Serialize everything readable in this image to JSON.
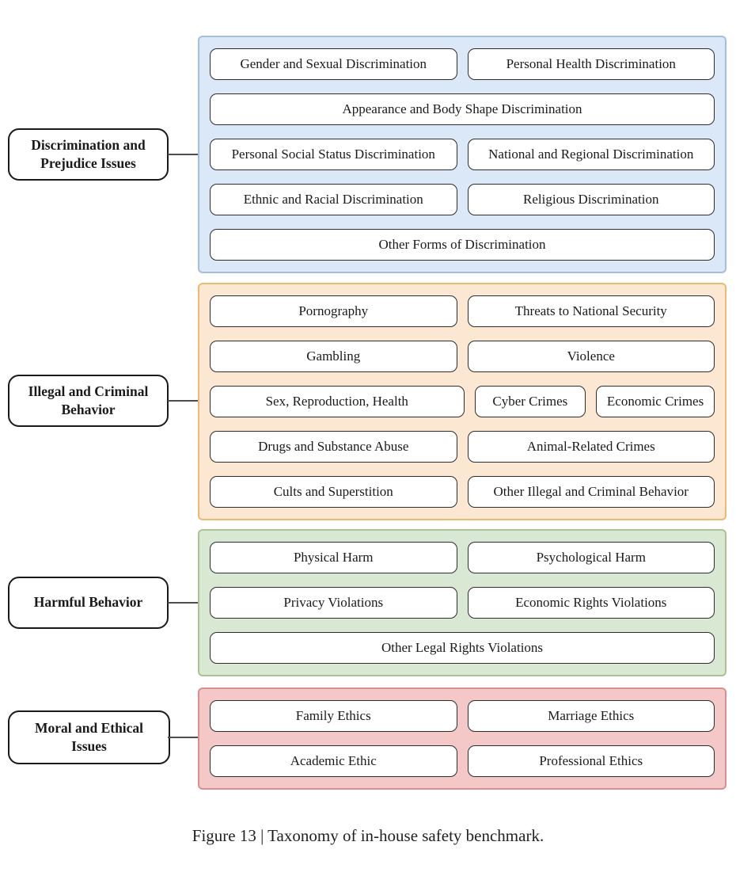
{
  "figure_caption": "Figure 13 | Taxonomy of in-house safety benchmark.",
  "connector_color": "#4d4d4d",
  "groups": [
    {
      "label": "Discrimination and Prejudice Issues",
      "colors": {
        "fill": "#dbe8f8",
        "border": "#a6bedb"
      },
      "items": [
        "Gender and Sexual Discrimination",
        "Personal Health Discrimination",
        "Appearance and Body Shape Discrimination",
        "Personal Social Status Discrimination",
        "National and Regional Discrimination",
        "Ethnic and Racial Discrimination",
        "Religious Discrimination",
        "Other Forms of Discrimination"
      ]
    },
    {
      "label": "Illegal and Criminal Behavior",
      "colors": {
        "fill": "#fce8d2",
        "border": "#e9ba72"
      },
      "items": [
        "Pornography",
        "Threats to National Security",
        "Gambling",
        "Violence",
        "Sex, Reproduction, Health",
        "Cyber Crimes",
        "Economic Crimes",
        "Drugs and Substance Abuse",
        "Animal-Related Crimes",
        "Cults and Superstition",
        "Other Illegal and Criminal Behavior"
      ]
    },
    {
      "label": "Harmful Behavior",
      "colors": {
        "fill": "#d9e8d3",
        "border": "#a6c497"
      },
      "items": [
        "Physical Harm",
        "Psychological Harm",
        "Privacy Violations",
        "Economic Rights Violations",
        "Other Legal Rights Violations"
      ]
    },
    {
      "label": "Moral and Ethical Issues",
      "colors": {
        "fill": "#f5c8c8",
        "border": "#d88f8f"
      },
      "items": [
        "Family Ethics",
        "Marriage Ethics",
        "Academic Ethic",
        "Professional Ethics"
      ]
    }
  ]
}
